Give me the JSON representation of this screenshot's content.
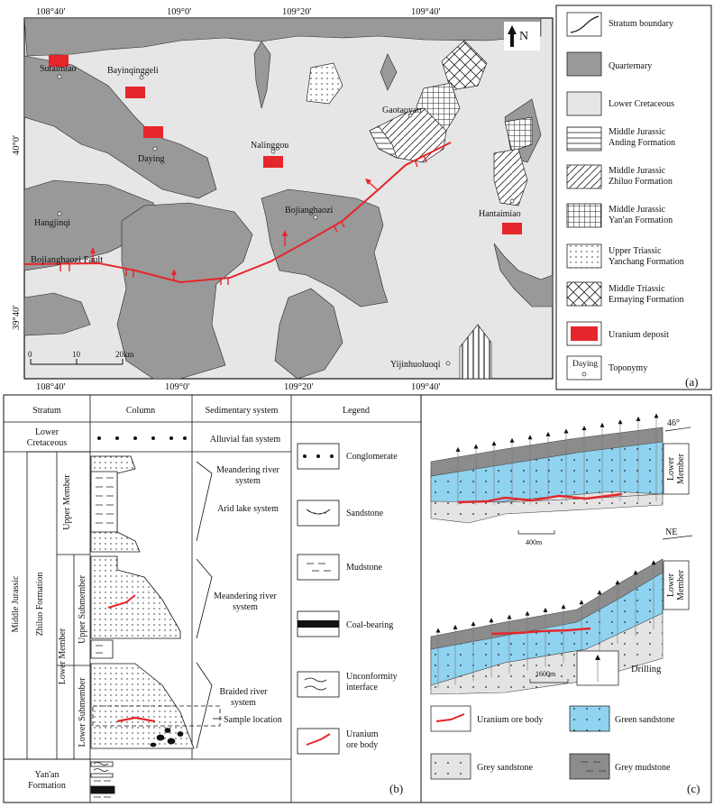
{
  "map": {
    "coords_top": [
      "108°40'",
      "109°0'",
      "109°20'",
      "109°40'"
    ],
    "coords_bottom": [
      "108°40'",
      "109°0'",
      "109°20'",
      "109°40'"
    ],
    "coords_left": [
      "40°0'",
      "39°40'"
    ],
    "coords_right": [
      "40°0'",
      "39°40'"
    ],
    "north": "N",
    "places": [
      "Sutaimiao",
      "Bayinqinggeli",
      "Daying",
      "Nalinggou",
      "Gaotaoyao",
      "Hangjinqi",
      "Bojianghaozi",
      "Hantaimiao",
      "Yijinhuoluoqi"
    ],
    "fault_label": "Bojianghaozi Fault",
    "scale": [
      "0",
      "10",
      "20km"
    ]
  },
  "legend_a": {
    "items": [
      "Stratum boundary",
      "Quarternary",
      "Lower Cretaceous",
      "Middle Jurassic\nAnding Formation",
      "Middle Jurassic\nZhiluo Formation",
      "Middle Jurassic\nYan'an Formation",
      "Upper Triassic\nYanchang Formation",
      "Middle Triassic\nErmaying Formation",
      "Uranium deposit",
      "Toponymy"
    ],
    "toponymy_sample": "Daying",
    "panel_label": "(a)"
  },
  "column": {
    "headers": [
      "Stratum",
      "Column",
      "Sedimentary system",
      "Legend"
    ],
    "lower_cretaceous": "Lower\nCretaceous",
    "middle_jurassic": "Middle Jurassic",
    "zhiluo": "Zhiluo Formation",
    "upper_member": "Upper Member",
    "lower_member": "Lower Member",
    "upper_submember": "Upper Submember",
    "lower_submember": "Lower Submember",
    "yanan": "Yan'an\nFormation",
    "systems": [
      "Alluvial fan system",
      "Meandering river\nsystem",
      "Arid lake system",
      "Meandering river\nsystem",
      "Braided river\nsystem"
    ],
    "sample_location": "Sample location",
    "legend_items": [
      "Conglomerate",
      "Sandstone",
      "Mudstone",
      "Coal-bearing",
      "Unconformity\ninterface",
      "Uranium\nore body"
    ],
    "panel_label": "(b)"
  },
  "sections": {
    "angle": "46°",
    "ne": "NE",
    "member_label": "Lower\nMember",
    "scale1": "400m",
    "scale2": "1600m",
    "drilling": "Drilling",
    "legend": [
      "Uranium ore body",
      "Green sandstone",
      "Grey sandstone",
      "Grey mudstone"
    ],
    "panel_label": "(c)"
  },
  "colors": {
    "quaternary": "#999999",
    "cretaceous": "#e6e6e6",
    "green_sandstone": "#8fd3f0",
    "grey_mudstone": "#8c8c8c",
    "uranium": "#e5262b"
  }
}
